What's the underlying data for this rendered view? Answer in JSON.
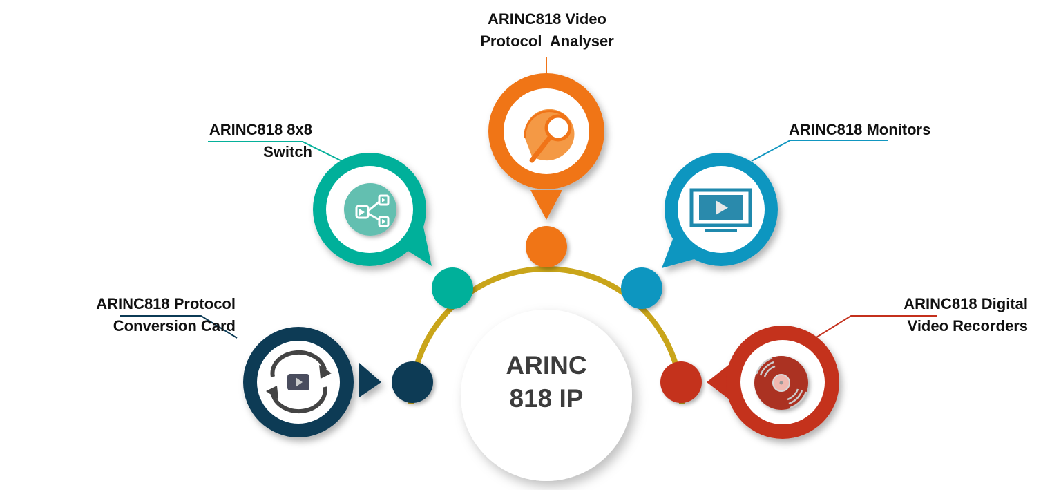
{
  "center": {
    "line1": "ARINC",
    "line2": "818 IP"
  },
  "colors": {
    "arc": "#c9a51a",
    "orange": "#f07418",
    "teal": "#05b09a",
    "blue": "#1196c0",
    "navy": "#0b3a55",
    "red": "#c4301c",
    "center_text": "#3c3c3c"
  },
  "nodes": [
    {
      "id": "protocol-analyser",
      "line1": "ARINC818 Video",
      "line2": "Protocol  Analyser",
      "icon": "magnifier-icon",
      "color": "#f07418"
    },
    {
      "id": "switch",
      "line1": "ARINC818 8x8",
      "line2": "Switch",
      "icon": "share-video-icon",
      "color": "#05b09a"
    },
    {
      "id": "monitors",
      "line1": "ARINC818 Monitors",
      "line2": "",
      "icon": "monitor-play-icon",
      "color": "#1196c0"
    },
    {
      "id": "conversion-card",
      "line1": "ARINC818 Protocol",
      "line2": "Conversion Card",
      "icon": "refresh-video-icon",
      "color": "#0b3a55"
    },
    {
      "id": "video-recorders",
      "line1": "ARINC818 Digital",
      "line2": "Video Recorders",
      "icon": "disc-icon",
      "color": "#c4301c"
    }
  ]
}
